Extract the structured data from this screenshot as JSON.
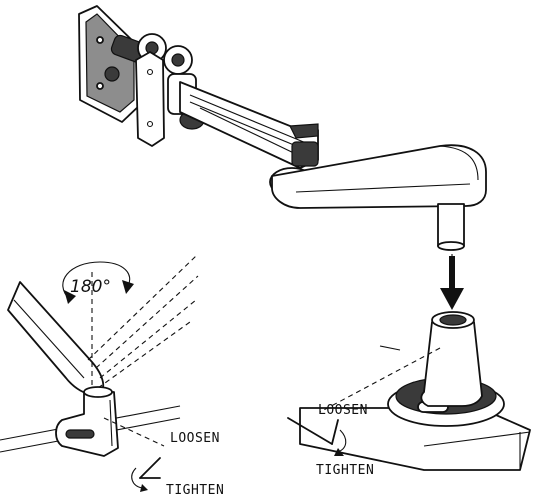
{
  "labels": {
    "rotation_angle": "180°",
    "clamp_loosen": "LOOSEN",
    "clamp_tighten": "TIGHTEN",
    "grommet_loosen": "LOOSEN",
    "grommet_tighten": "TIGHTEN"
  },
  "colors": {
    "ink": "#111111",
    "shade": "#8d8d8d",
    "dark": "#3a3a3a",
    "background": "#ffffff"
  }
}
